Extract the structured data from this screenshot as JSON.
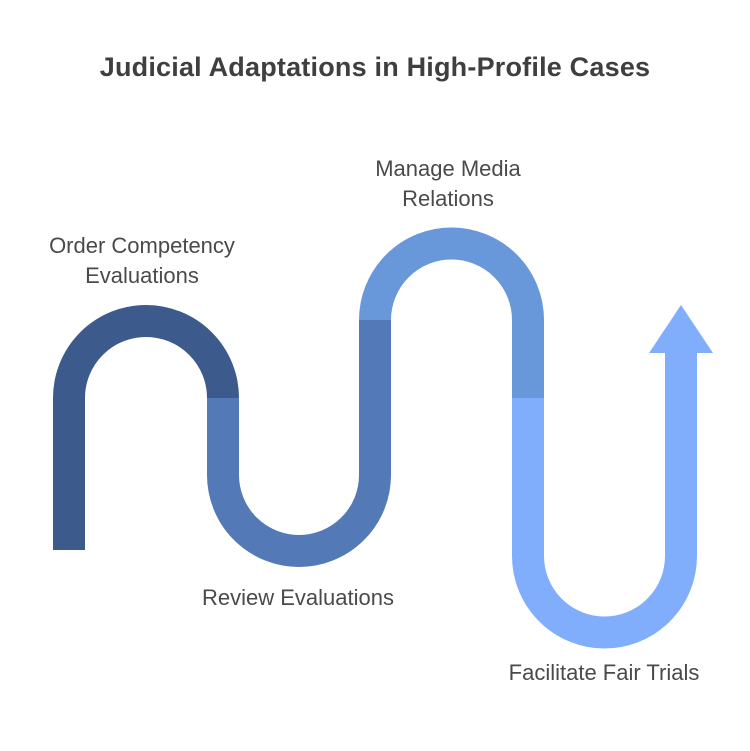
{
  "title": "Judicial Adaptations in High-Profile Cases",
  "steps": [
    {
      "label_lines": [
        "Order Competency",
        "Evaluations"
      ],
      "color": "#3d5a8c"
    },
    {
      "label_lines": [
        "Review Evaluations"
      ],
      "color": "#5379b7"
    },
    {
      "label_lines": [
        "Manage Media",
        "Relations"
      ],
      "color": "#6897da"
    },
    {
      "label_lines": [
        "Facilitate Fair Trials"
      ],
      "color": "#80aefc"
    }
  ],
  "arrow_icon": "arrow-up-icon"
}
